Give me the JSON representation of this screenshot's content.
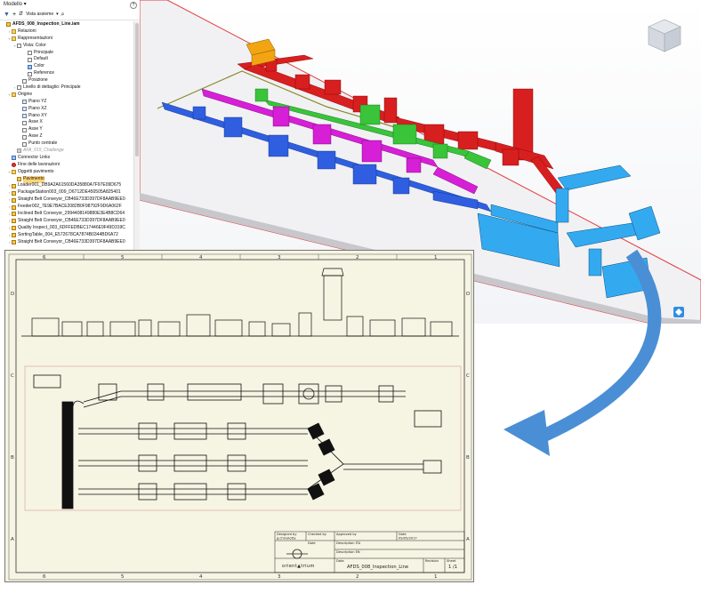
{
  "browser": {
    "header_title": "Modello",
    "toolbar_label": "Vista assieme",
    "items": [
      {
        "label": "AFDS_008_Inspection_Line.iam",
        "indent": 0,
        "icon": "assembly-icon",
        "toggle": "",
        "style": "bold"
      },
      {
        "label": "Relazioni",
        "indent": 1,
        "icon": "folder-icon",
        "toggle": "›",
        "style": ""
      },
      {
        "label": "Rappresentazioni",
        "indent": 1,
        "icon": "folder-icon",
        "toggle": "˅",
        "style": ""
      },
      {
        "label": "Vista: Color",
        "indent": 2,
        "icon": "view-icon",
        "toggle": "˅",
        "style": ""
      },
      {
        "label": "Principale",
        "indent": 4,
        "icon": "view-icon",
        "toggle": "",
        "style": ""
      },
      {
        "label": "Default",
        "indent": 4,
        "icon": "view-icon",
        "toggle": "",
        "style": ""
      },
      {
        "label": "Color",
        "indent": 4,
        "icon": "check-icon",
        "toggle": "",
        "style": ""
      },
      {
        "label": "Reference",
        "indent": 4,
        "icon": "view-icon",
        "toggle": "",
        "style": ""
      },
      {
        "label": "Posizione",
        "indent": 3,
        "icon": "view-icon",
        "toggle": "",
        "style": ""
      },
      {
        "label": "Livello di dettaglio: Principale",
        "indent": 2,
        "icon": "view-icon",
        "toggle": "›",
        "style": ""
      },
      {
        "label": "Origine",
        "indent": 1,
        "icon": "folder-icon",
        "toggle": "˅",
        "style": ""
      },
      {
        "label": "Piano YZ",
        "indent": 3,
        "icon": "plane-icon",
        "toggle": "",
        "style": ""
      },
      {
        "label": "Piano XZ",
        "indent": 3,
        "icon": "plane-icon",
        "toggle": "",
        "style": ""
      },
      {
        "label": "Piano XY",
        "indent": 3,
        "icon": "plane-icon",
        "toggle": "",
        "style": ""
      },
      {
        "label": "Asse X",
        "indent": 3,
        "icon": "axis-icon",
        "toggle": "",
        "style": ""
      },
      {
        "label": "Asse Y",
        "indent": 3,
        "icon": "axis-icon",
        "toggle": "",
        "style": ""
      },
      {
        "label": "Asse Z",
        "indent": 3,
        "icon": "axis-icon",
        "toggle": "",
        "style": ""
      },
      {
        "label": "Punto centrale",
        "indent": 3,
        "icon": "point-icon",
        "toggle": "",
        "style": ""
      },
      {
        "label": "AFA_015_Challenge",
        "indent": 2,
        "icon": "grey-icon",
        "toggle": "",
        "style": "muted"
      },
      {
        "label": "Connector Links",
        "indent": 1,
        "icon": "link-icon",
        "toggle": "",
        "style": ""
      },
      {
        "label": "Fine delle lavorazioni",
        "indent": 1,
        "icon": "stop-icon",
        "toggle": "",
        "style": ""
      },
      {
        "label": "Oggetti pavimento",
        "indent": 1,
        "icon": "folder-icon",
        "toggle": "˅",
        "style": ""
      },
      {
        "label": "Pavimento",
        "indent": 2,
        "icon": "part-icon",
        "toggle": "",
        "style": "selected"
      },
      {
        "label": "Loader001_DB9A2A61560DA35880A7F97E09D675",
        "indent": 1,
        "icon": "part-icon",
        "toggle": "›",
        "style": ""
      },
      {
        "label": "PackageStation003_009_D6712DE450505A825401",
        "indent": 1,
        "icon": "part-icon",
        "toggle": "›",
        "style": ""
      },
      {
        "label": "Straight Belt Conveyor_CB46E733D397DF8AAB9EE0",
        "indent": 1,
        "icon": "part-icon",
        "toggle": "›",
        "style": ""
      },
      {
        "label": "Feeder002_7E9E7BACE2082B0F98792F9D6A062F",
        "indent": 1,
        "icon": "part-icon",
        "toggle": "›",
        "style": ""
      },
      {
        "label": "Inclined Belt Conveyor_2994408149880E3E4B8CD64",
        "indent": 1,
        "icon": "part-icon",
        "toggle": "›",
        "style": ""
      },
      {
        "label": "Straight Belt Conveyor_CB46E733D397DF8AAB9EE0",
        "indent": 1,
        "icon": "part-icon",
        "toggle": "›",
        "style": ""
      },
      {
        "label": "Quality Inspect_003_6DFFEDBEC17446E9F49D319C",
        "indent": 1,
        "icon": "part-icon",
        "toggle": "›",
        "style": ""
      },
      {
        "label": "SortingTable_004_E572678CA7874B0344BD6A72",
        "indent": 1,
        "icon": "part-icon",
        "toggle": "›",
        "style": ""
      },
      {
        "label": "Straight Belt Conveyor_CB46E733D397DF8AAB9EE0",
        "indent": 1,
        "icon": "part-icon",
        "toggle": "›",
        "style": ""
      }
    ]
  },
  "colors": {
    "red_line": "#d81f1f",
    "magenta_line": "#d61fd6",
    "green_line": "#39c43a",
    "blue_line": "#2f5fe0",
    "cyan_equipment": "#33aaf0",
    "orange_equipment": "#f2a413",
    "arrow": "#4a8fd6",
    "sheet_bg": "#f6f4e2",
    "floor_edge": "#e04040"
  },
  "viewcube": {
    "icon": "viewcube-icon"
  },
  "drawing": {
    "zones_top": [
      "6",
      "5",
      "4",
      "3",
      "2",
      "1"
    ],
    "zones_bottom": [
      "6",
      "5",
      "4",
      "3",
      "2",
      "1"
    ],
    "zones_left": [
      "D",
      "C",
      "B",
      "A"
    ],
    "zones_right": [
      "D",
      "C",
      "B",
      "A"
    ],
    "title_block": {
      "designed_by_label": "Designed by",
      "designed_by": "g.chirullotty",
      "checked_by_label": "Checked by",
      "approved_by_label": "Approved by",
      "date_label": "Date",
      "date": "09/05/2017",
      "description_it_label": "Description ITA",
      "description_en_label": "Description EN",
      "date2_label": "Date",
      "data_label": "Data",
      "data_value": "AFDS_008_Inspection_Line",
      "revision_label": "Revision",
      "sheet_label": "Sheet",
      "sheet_value": "1 /1",
      "brand": "orient▲trium"
    }
  }
}
